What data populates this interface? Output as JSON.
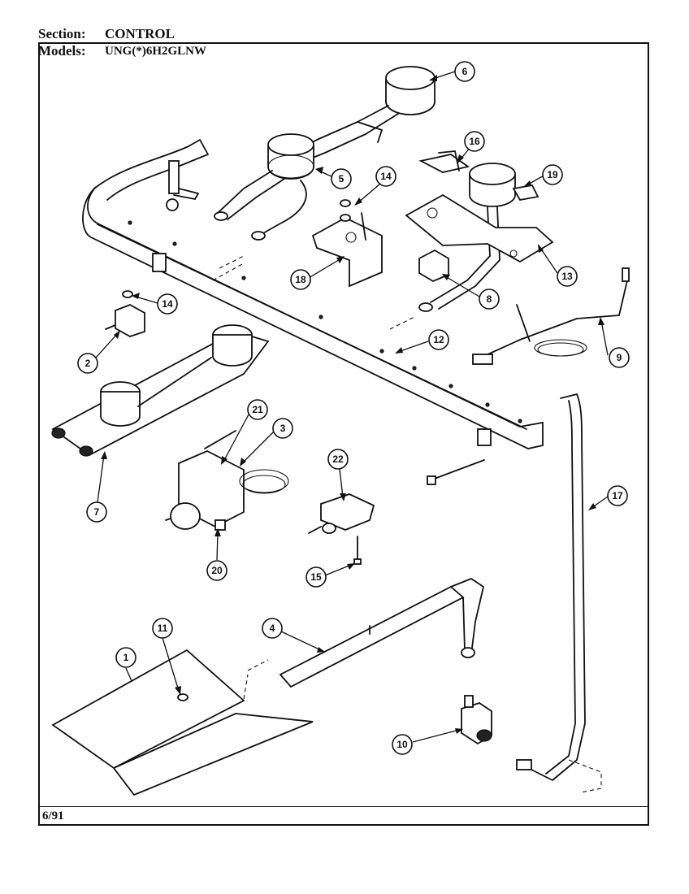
{
  "header": {
    "section_label": "Section:",
    "section_value": "CONTROL",
    "models_label": "Models:",
    "models_value": "UNG(*)6H2GLNW"
  },
  "footer": {
    "date": "6/91"
  },
  "callouts": [
    {
      "id": "c1",
      "label": "1"
    },
    {
      "id": "c2",
      "label": "2"
    },
    {
      "id": "c3",
      "label": "3"
    },
    {
      "id": "c4",
      "label": "4"
    },
    {
      "id": "c5",
      "label": "5"
    },
    {
      "id": "c6",
      "label": "6"
    },
    {
      "id": "c7",
      "label": "7"
    },
    {
      "id": "c8",
      "label": "8"
    },
    {
      "id": "c9",
      "label": "9"
    },
    {
      "id": "c10",
      "label": "10"
    },
    {
      "id": "c11",
      "label": "11"
    },
    {
      "id": "c12",
      "label": "12"
    },
    {
      "id": "c13",
      "label": "13"
    },
    {
      "id": "c14a",
      "label": "14"
    },
    {
      "id": "c14b",
      "label": "14"
    },
    {
      "id": "c15",
      "label": "15"
    },
    {
      "id": "c16",
      "label": "16"
    },
    {
      "id": "c17",
      "label": "17"
    },
    {
      "id": "c18",
      "label": "18"
    },
    {
      "id": "c19",
      "label": "19"
    },
    {
      "id": "c20",
      "label": "20"
    },
    {
      "id": "c21",
      "label": "21"
    },
    {
      "id": "c22",
      "label": "22"
    }
  ]
}
